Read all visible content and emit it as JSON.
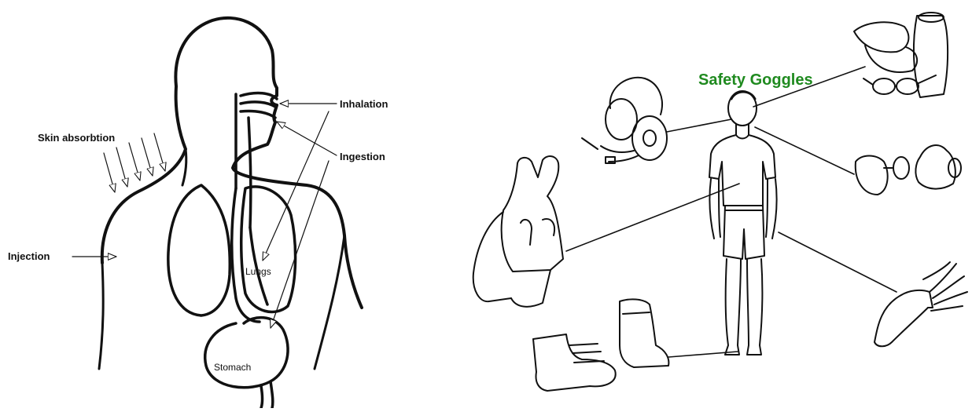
{
  "left_diagram": {
    "labels": {
      "skin_absorption": "Skin absorbtion",
      "injection": "Injection",
      "inhalation": "Inhalation",
      "ingestion": "Ingestion",
      "lungs": "Lungs",
      "stomach": "Stomach"
    }
  },
  "right_diagram": {
    "labels": {
      "safety_goggles": "Safety Goggles"
    },
    "colors": {
      "highlight": "#1f8a1f"
    },
    "icons": [
      "hearing-protection-icon",
      "goggles-icon",
      "respirator-icon",
      "apron-icon",
      "gloves-icon",
      "boots-icon"
    ]
  }
}
